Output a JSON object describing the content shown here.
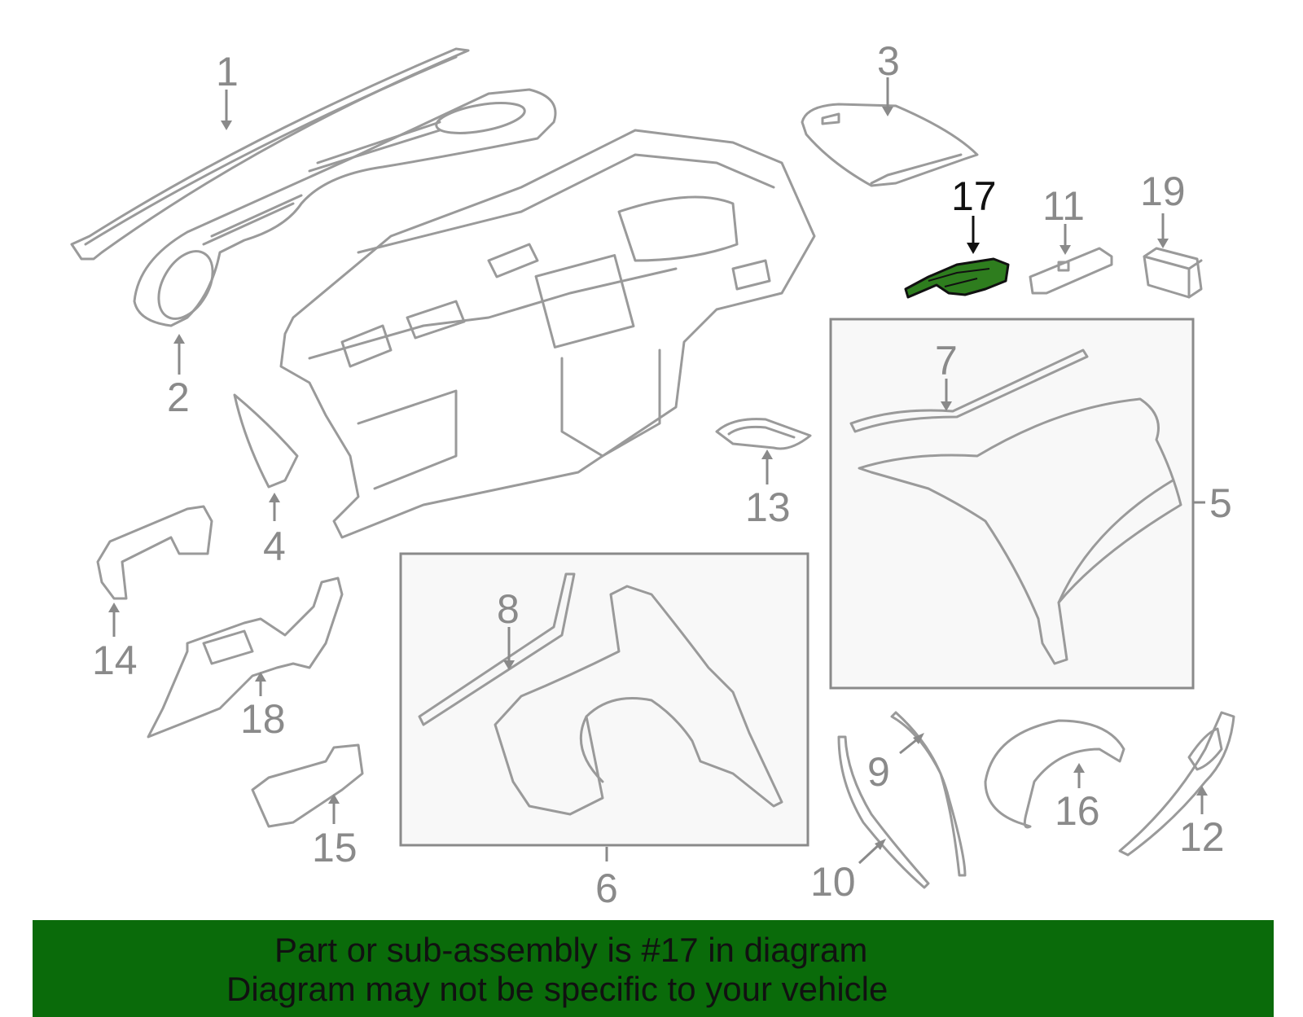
{
  "colors": {
    "line": "#9a9a9a",
    "label": "#8a8a8a",
    "highlight_part": "#2e7d1e",
    "highlight_label": "#111111",
    "banner_bg": "#0a6b0a",
    "box_fill": "#f8f8f8"
  },
  "callouts": {
    "c1": "1",
    "c2": "2",
    "c3": "3",
    "c4": "4",
    "c5": "5",
    "c6": "6",
    "c7": "7",
    "c8": "8",
    "c9": "9",
    "c10": "10",
    "c11": "11",
    "c12": "12",
    "c13": "13",
    "c14": "14",
    "c15": "15",
    "c16": "16",
    "c17": "17",
    "c18": "18",
    "c19": "19"
  },
  "highlighted_part": "17",
  "banner": {
    "line1": "Part or sub-assembly is #17 in diagram",
    "line2": "Diagram may not be specific to your vehicle"
  }
}
